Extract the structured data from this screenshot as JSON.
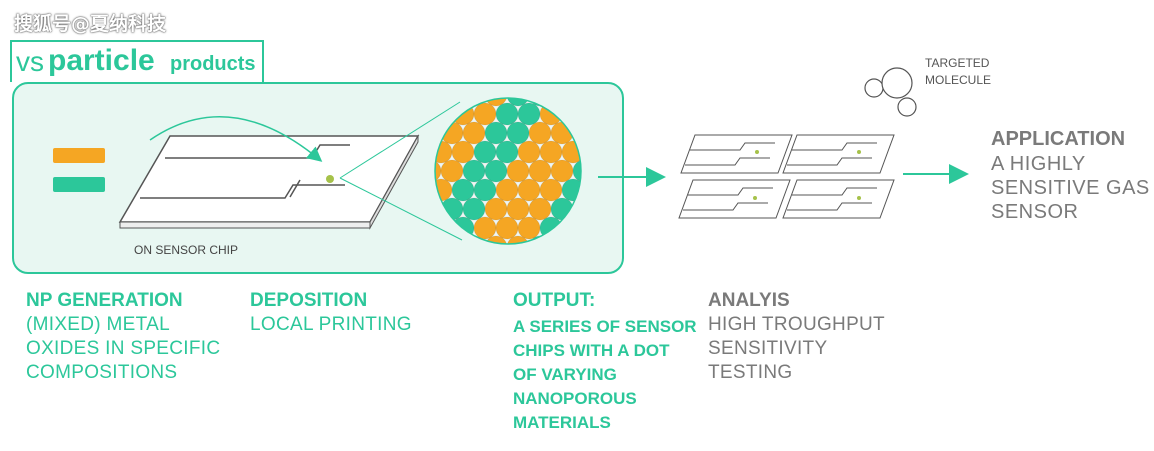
{
  "watermark": "搜狐号@夏纳科技",
  "brand": {
    "vs": "vs",
    "particle": "particle",
    "products": "products"
  },
  "diagram": {
    "chip_label": "ON SENSOR CHIP",
    "molecule_label": "TARGETED\nMOLECULE",
    "colors": {
      "accent": "#2cc79a",
      "orange": "#f5a623",
      "teal": "#2cc79a",
      "panel": "#e8f7f2"
    }
  },
  "steps": {
    "np_generation": {
      "title": "NP GENERATION",
      "desc": "(MIXED) METAL\nOXIDES IN SPECIFIC\nCOMPOSITIONS"
    },
    "deposition": {
      "title": "DEPOSITION",
      "desc": "LOCAL PRINTING"
    },
    "output": {
      "title": "OUTPUT:",
      "desc": "A SERIES OF SENSOR\nCHIPS WITH A DOT\nOF VARYING\nNANOPOROUS\nMATERIALS"
    },
    "analysis": {
      "title": "ANALYIS",
      "desc": "HIGH TROUGHPUT\nSENSITIVITY\nTESTING"
    },
    "application": {
      "title": "APPLICATION",
      "desc": "A HIGHLY\nSENSITIVE GAS\nSENSOR"
    }
  }
}
